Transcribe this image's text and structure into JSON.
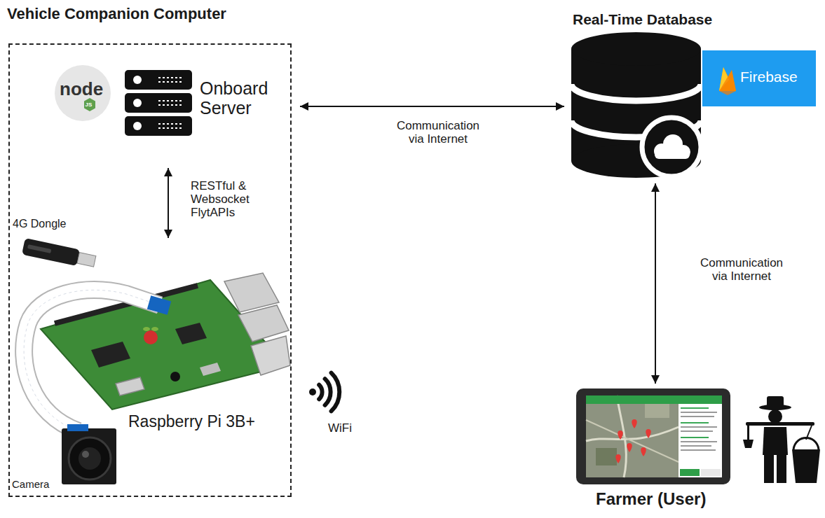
{
  "diagram": {
    "nodes": [
      {
        "text": [
          "Vehicle Companion Computer"
        ]
      },
      {
        "text": [
          "Onboard Server"
        ],
        "in": 0
      },
      {
        "text": [
          "Raspberry Pi 3B+"
        ],
        "in": 0
      },
      {
        "text": [
          "Real-Time Database"
        ]
      },
      {
        "text": [
          "Firebase"
        ]
      },
      {
        "text": [
          "Farmer (User)"
        ]
      }
    ],
    "edges": [
      {
        "from": 1,
        "to": 3,
        "label": "Communication via Internet",
        "arrow": "both"
      },
      {
        "from": 1,
        "to": 2,
        "label": "RESTful & Websocket FlytAPIs",
        "arrow": "both"
      },
      {
        "from": 3,
        "to": 5,
        "label": "Communication via Internet",
        "arrow": "both"
      }
    ],
    "labels": [
      "4G Dongle",
      "Camera",
      "WiFi",
      "node",
      "JS"
    ]
  }
}
